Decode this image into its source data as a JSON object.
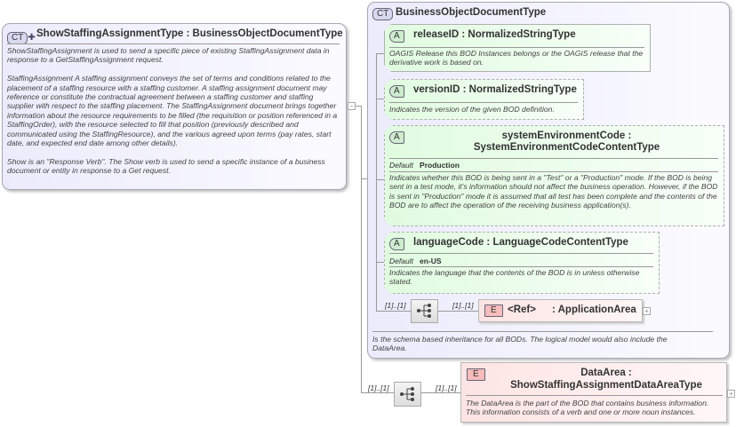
{
  "main_type": {
    "badge": "CT",
    "name": "ShowStaffingAssignmentType",
    "base": "BusinessObjectDocumentType",
    "description": [
      "ShowStaffingAssignment is used to send a specific piece of existing StaffingAssignment data in response to a GetStaffingAssignment request.",
      "StaffingAssignment  A staffing assignment conveys the set of terms and conditions related to the placement of a staffing resource with a staffing customer. A staffing assignment document may reference or constitute the contractual agreement between a staffing customer and staffing supplier with respect to the staffing placement. The StaffingAssignment document brings together information about the resource requirements to be filled (the requisition or position referenced in a StaffingOrder), with the resource selected to fill that position (previously described and communicated using the StaffingResource), and the various agreed upon terms (pay rates, start date, and expected end date among other details).",
      "Show is an \"Response Verb\". The Show verb is used to send a specific instance of a business document or entity in response to a Get request."
    ]
  },
  "base_type": {
    "badge": "CT",
    "name": "BusinessObjectDocumentType",
    "description": "Is the schema based inheritance for all BODs. The logical model would also include the DataArea."
  },
  "attributes": [
    {
      "badge": "A",
      "name": "releaseID",
      "type": "NormalizedStringType",
      "description": "OAGIS Release this BOD Instances belongs or the OAGIS release that the derivative work is based on."
    },
    {
      "badge": "A",
      "name": "versionID",
      "type": "NormalizedStringType",
      "description": "Indicates the version of the given BOD definition."
    },
    {
      "badge": "A",
      "name": "systemEnvironmentCode",
      "type": "SystemEnvironmentCodeContentType",
      "default_label": "Default",
      "default": "Production",
      "description": "Indicates whether this BOD is being sent in a \"Test\" or a \"Production\" mode. If the BOD is being sent in a test mode, it's information should not affect the business operation. However, if the BOD is sent in \"Production\" mode it is assumed that all test has been complete and the contents of the BOD are to affect the operation of the receiving business application(s)."
    },
    {
      "badge": "A",
      "name": "languageCode",
      "type": "LanguageCodeContentType",
      "default_label": "Default",
      "default": "en-US",
      "description": "Indicates the language that the contents of the BOD is in unless otherwise stated."
    }
  ],
  "application_area": {
    "badge": "E",
    "name": "<Ref>",
    "type": "ApplicationArea",
    "seq_mult": "[1]..[1]",
    "mult": "[1]..[1]"
  },
  "data_area": {
    "badge": "E",
    "name": "DataArea",
    "type": "ShowStaffingAssignmentDataAreaType",
    "seq_mult": "[1]..[1]",
    "mult": "[1]..[1]",
    "description": "The DataArea is the part of the BOD that contains business information. This information consists of a verb and one or more noun instances."
  },
  "colors": {
    "complex_type": "#ecebfb",
    "attribute": "#e0fbe0",
    "element": "#fde4e4"
  }
}
